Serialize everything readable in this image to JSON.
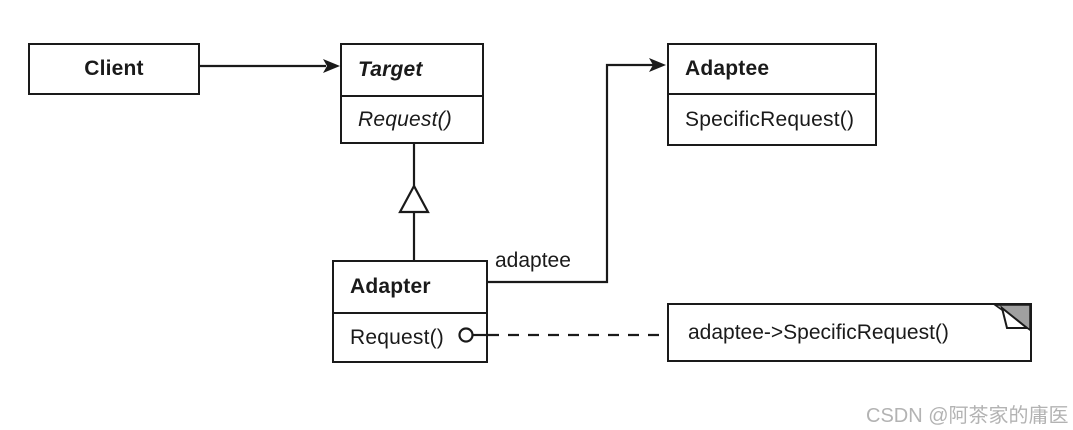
{
  "diagram": {
    "pattern_name": "Adapter",
    "classes": {
      "client": {
        "name": "Client"
      },
      "target": {
        "name": "Target",
        "method": "Request()",
        "abstract": true
      },
      "adaptee": {
        "name": "Adaptee",
        "method": "SpecificRequest()"
      },
      "adapter": {
        "name": "Adapter",
        "method": "Request()"
      }
    },
    "association_label": "adaptee",
    "note_text": "adaptee->SpecificRequest()",
    "watermark": "CSDN @阿茶家的庸医",
    "colors": {
      "line": "#1a1a1a",
      "box_background": "#ffffff",
      "note_fold_gray": "#a0a0a0",
      "watermark_gray": "#b3b3b3"
    }
  }
}
